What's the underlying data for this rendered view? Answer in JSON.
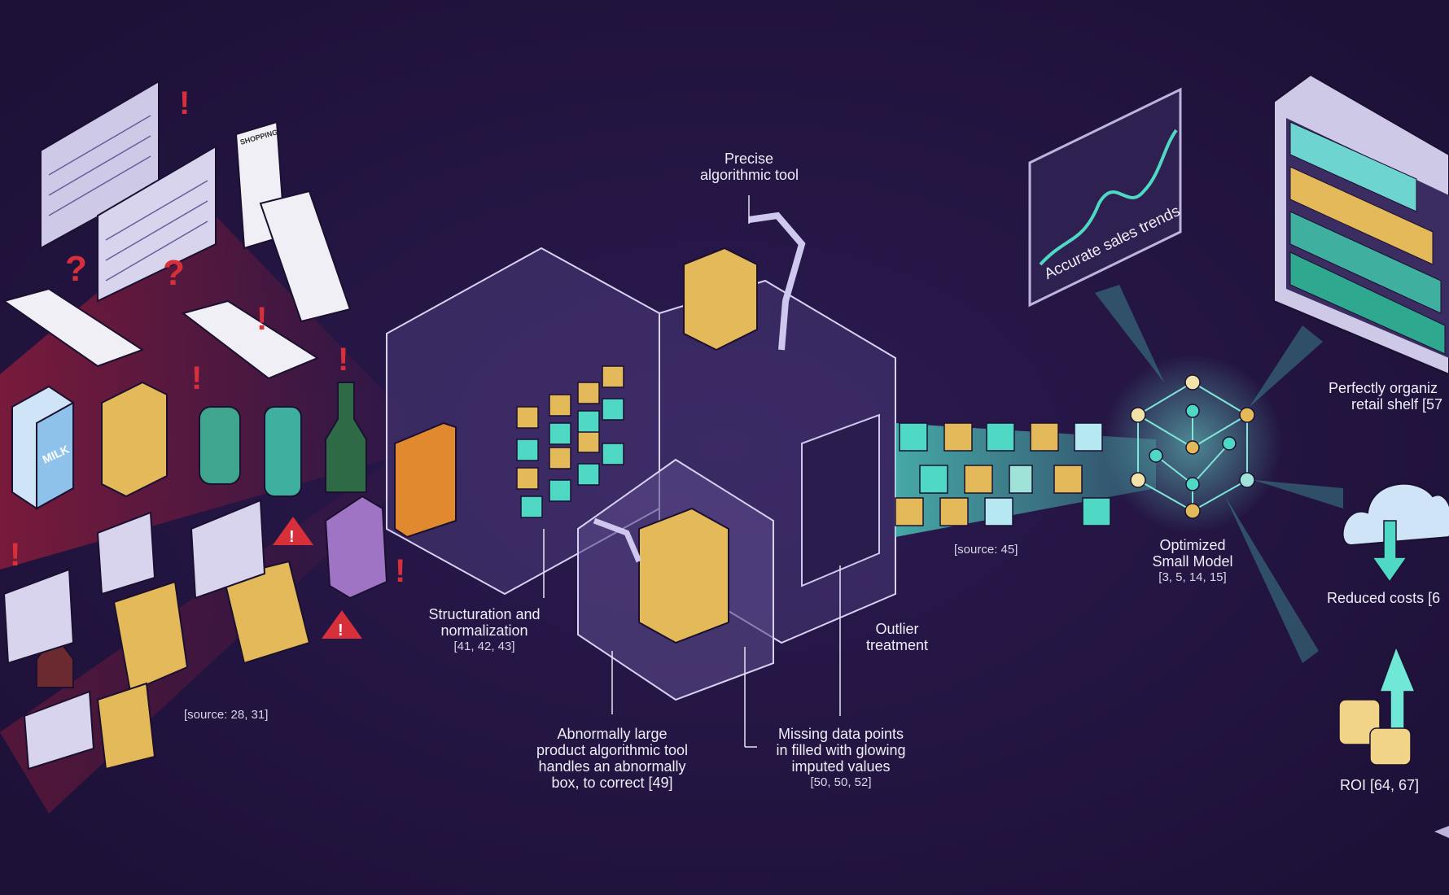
{
  "labels": {
    "precise_tool": [
      "Precise",
      "algorithmic tool"
    ],
    "structuration": [
      "Structuration and",
      "normalization",
      "[41, 42, 43]"
    ],
    "outlier": [
      "Outlier",
      "treatment"
    ],
    "abnormal": [
      "Abnormally large",
      "product algorithmic tool",
      "handles an abnormally",
      "box, to correct [49]"
    ],
    "missing": [
      "Missing data points",
      "in filled with glowing",
      "imputed values",
      "[50, 50, 52]"
    ],
    "source_left": "[source: 28, 31]",
    "source_mid": "[source: 45]",
    "sales_trends": "Accurate sales trends",
    "model": [
      "Optimized",
      "Small Model",
      "[3, 5, 14, 15]"
    ],
    "shelf": [
      "Perfectly organiz",
      "retail shelf [57"
    ],
    "costs": "Reduced costs [6",
    "roi": "ROI [64, 67]",
    "milk": "MILK",
    "shopping": "SHOPPING"
  },
  "colors": {
    "background": "#22143f",
    "teal": "#4fd8c4",
    "gold": "#e3b95a",
    "red": "#d8303a",
    "glass": "#b9b0e0"
  }
}
